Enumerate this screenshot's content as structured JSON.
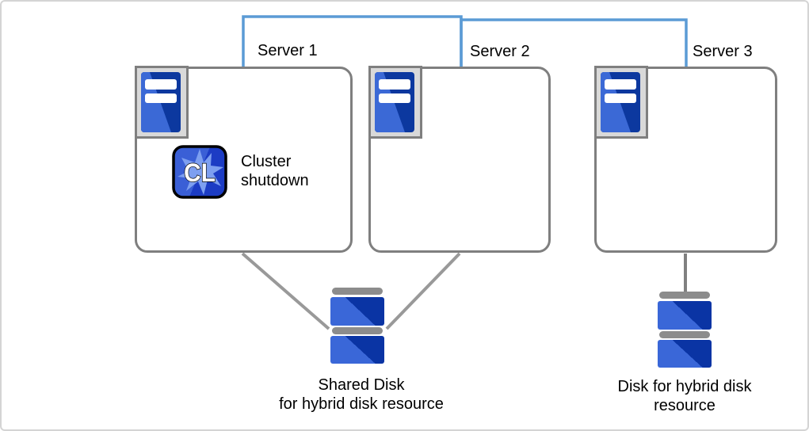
{
  "servers": [
    {
      "label": "Server 1",
      "status_line1": "Cluster",
      "status_line2": "shutdown"
    },
    {
      "label": "Server 2"
    },
    {
      "label": "Server 3"
    }
  ],
  "cluster_icon_text": "CL",
  "disks": [
    {
      "line1": "Shared Disk",
      "line2": "for hybrid disk resource",
      "connected_to": [
        "Server 1",
        "Server 2"
      ]
    },
    {
      "line1": "Disk for hybrid disk",
      "line2": "resource",
      "connected_to": [
        "Server 3"
      ]
    }
  ],
  "colors": {
    "network_line_blue": "#5b9bd5",
    "box_border_gray": "#7f7f7f",
    "connector_gray": "#999999",
    "icon_frame_gray": "#d9d9d9",
    "server_tower_dark_blue": "#0c389f",
    "server_tower_light_blue": "#3b69d6",
    "disk_light_blue": "#3a67d8",
    "disk_dark_blue": "#0a34a4",
    "disk_bar_gray": "#8c8c8c",
    "cl_icon_light_blue": "#3a5fd6",
    "cl_icon_dark_blue": "#1c3cc4",
    "cl_gear_blue": "#7d9ff0"
  }
}
